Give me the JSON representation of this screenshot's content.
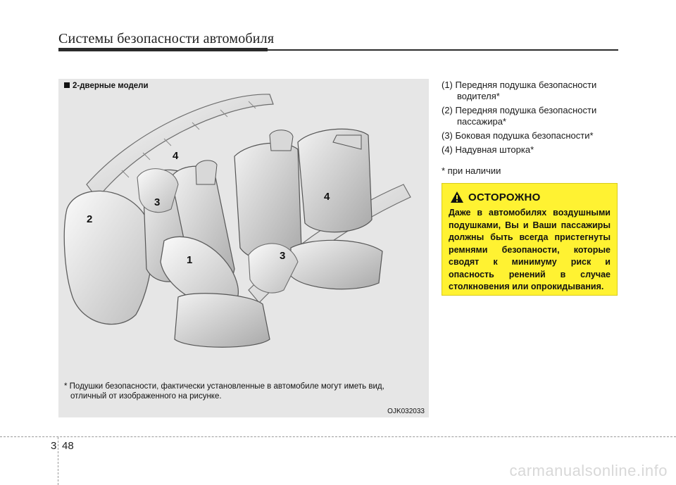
{
  "header": {
    "title": "Системы безопасности автомобиля"
  },
  "figure": {
    "caption": "2-дверные модели",
    "callouts": [
      "1",
      "2",
      "3",
      "3",
      "4",
      "4"
    ],
    "note_line1": "* Подушки безопасности, фактически установленные в автомобиле могут иметь вид,",
    "note_line2": "отличный от изображенного на рисунке.",
    "image_code": "OJK032033"
  },
  "legend": {
    "items": [
      {
        "line1": "(1) Передняя подушка безопасности",
        "line2": "водителя*"
      },
      {
        "line1": "(2) Передняя подушка безопасности",
        "line2": "пассажира*"
      },
      {
        "line1": "(3) Боковая подушка безопасности*",
        "line2": ""
      },
      {
        "line1": "(4) Надувная шторка*",
        "line2": ""
      }
    ],
    "note": "* при наличии"
  },
  "warning": {
    "title": "ОСТОРОЖНО",
    "text": "Даже в автомобилях воздушными подушками, Вы и Ваши пассажиры должны быть всегда пристегнуты ремнями безопаности, которые сводят к минимуму риск и опасность ренений в случае столкновения или опрокидывания.",
    "color": "#fff232"
  },
  "footer": {
    "chapter": "3",
    "page": "48",
    "watermark": "carmanualsonline.info"
  }
}
